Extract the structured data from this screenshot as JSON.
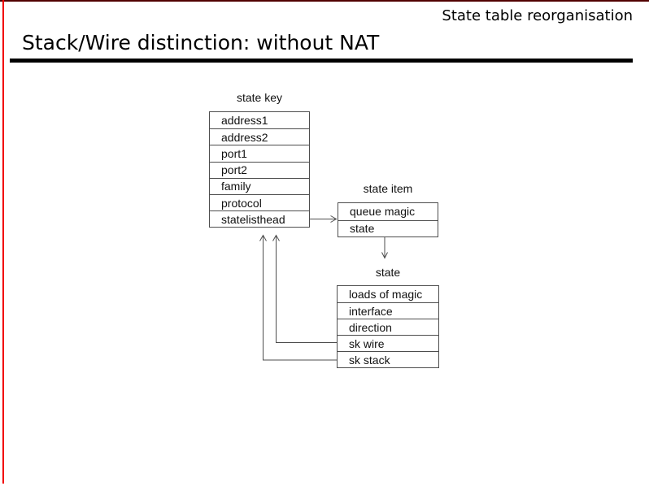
{
  "page": {
    "header_label": "State table reorganisation",
    "title": "Stack/Wire distinction: without NAT"
  },
  "colors": {
    "accent_red": "#f10000",
    "top_border_dark_red": "#510000",
    "rule_black": "#000000",
    "diagram_line_gray": "#4d4d4d"
  },
  "diagram": {
    "tables": [
      {
        "id": "state-key",
        "label": "state key",
        "rows": [
          "address1",
          "address2",
          "port1",
          "port2",
          "family",
          "protocol",
          "statelisthead"
        ]
      },
      {
        "id": "state-item",
        "label": "state item",
        "rows": [
          "queue magic",
          "state"
        ]
      },
      {
        "id": "state",
        "label": "state",
        "rows": [
          "loads of magic",
          "interface",
          "direction",
          "sk wire",
          "sk stack"
        ]
      }
    ],
    "connections": [
      {
        "from": "state key.statelisthead",
        "to": "state item",
        "type": "arrow-right"
      },
      {
        "from": "state item.state",
        "to": "state",
        "type": "arrow-down"
      },
      {
        "from": "state.sk wire",
        "to": "state key",
        "type": "arrow-up"
      },
      {
        "from": "state.sk stack",
        "to": "state key",
        "type": "arrow-up"
      }
    ]
  }
}
